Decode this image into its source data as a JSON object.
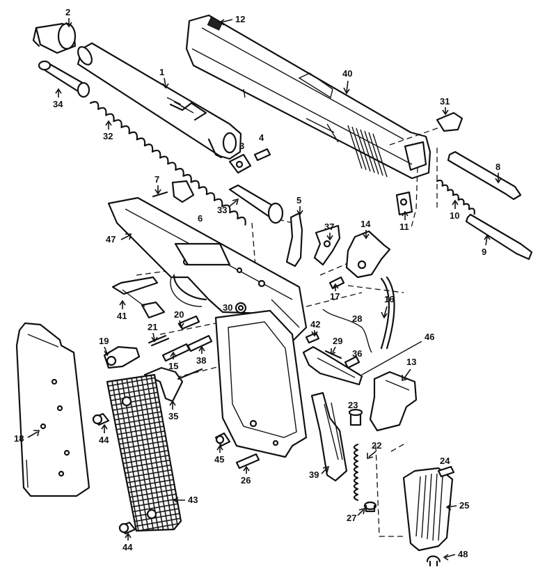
{
  "diagram": {
    "line_color": "#111111",
    "background": "#ffffff",
    "labels": {
      "p1": "1",
      "p2": "2",
      "p3": "3",
      "p4": "4",
      "p5": "5",
      "p6": "6",
      "p7": "7",
      "p8": "8",
      "p9": "9",
      "p10": "10",
      "p11": "11",
      "p12": "12",
      "p13": "13",
      "p14": "14",
      "p15": "15",
      "p16": "16",
      "p17": "17",
      "p18": "18",
      "p19": "19",
      "p20": "20",
      "p21": "21",
      "p22": "22",
      "p23": "23",
      "p24": "24",
      "p25": "25",
      "p26": "26",
      "p27": "27",
      "p28": "28",
      "p29": "29",
      "p30": "30",
      "p31": "31",
      "p32": "32",
      "p33": "33",
      "p34": "34",
      "p35": "35",
      "p36": "36",
      "p37": "37",
      "p38": "38",
      "p39": "39",
      "p40": "40",
      "p41": "41",
      "p42": "42",
      "p43": "43",
      "p44a": "44",
      "p44b": "44",
      "p45": "45",
      "p46": "46",
      "p47": "47",
      "p48": "48"
    }
  }
}
